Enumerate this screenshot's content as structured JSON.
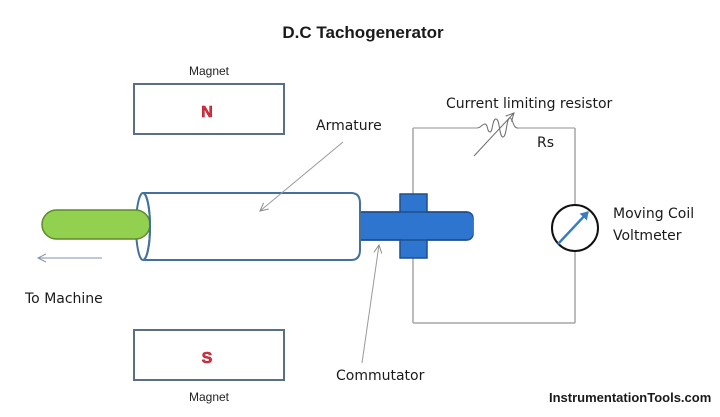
{
  "title": "D.C Tachogenerator",
  "magnets": {
    "top": {
      "label": "Magnet",
      "pole": "N"
    },
    "bottom": {
      "label": "Magnet",
      "pole": "S"
    }
  },
  "labels": {
    "armature": "Armature",
    "commutator": "Commutator",
    "to_machine": "To Machine",
    "resistor": "Current limiting resistor",
    "resistor_symbol": "Rs",
    "voltmeter_line1": "Moving Coil",
    "voltmeter_line2": "Voltmeter"
  },
  "watermark": "InstrumentationTools.com",
  "colors": {
    "outline_blue": "#41719c",
    "shaft_green": "#92d050",
    "commutator_blue": "#2e75cf",
    "pole_red": "#d8333f",
    "wire_gray": "#a6a6a6"
  }
}
